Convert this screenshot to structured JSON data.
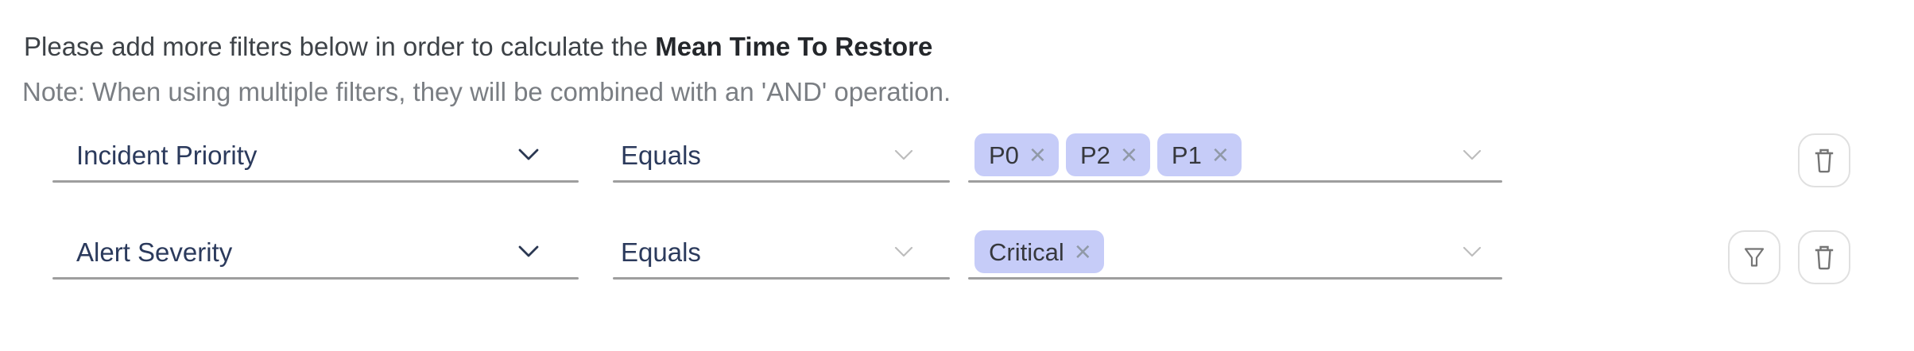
{
  "header": {
    "intro": "Please add more filters below in order to calculate the ",
    "metric": "Mean Time To Restore",
    "note": "Note: When using multiple filters, they will be combined with an 'AND' operation."
  },
  "filter_builder": {
    "rows": [
      {
        "field": "Incident Priority",
        "operator": "Equals",
        "values": [
          "P0",
          "P2",
          "P1"
        ],
        "actions": [
          "delete"
        ]
      },
      {
        "field": "Alert Severity",
        "operator": "Equals",
        "values": [
          "Critical"
        ],
        "actions": [
          "filter",
          "delete"
        ]
      }
    ],
    "remove_symbol": "×"
  },
  "icons": {
    "dropdown": "chevron-down",
    "remove_tag": "x-cross",
    "delete_row": "trash",
    "apply_filter": "funnel"
  },
  "colors": {
    "header_text": "#3d4247",
    "metric_text": "#24272b",
    "note_text": "#7a7e83",
    "field_label_text": "#2b3a5c",
    "field_underline": "#9e9e9e",
    "tag_background": "#c6ccf8",
    "tag_text": "#36383d",
    "tag_remove": "#9099a7",
    "icon_stroke": "#757575",
    "button_border": "#e0e0e0"
  }
}
